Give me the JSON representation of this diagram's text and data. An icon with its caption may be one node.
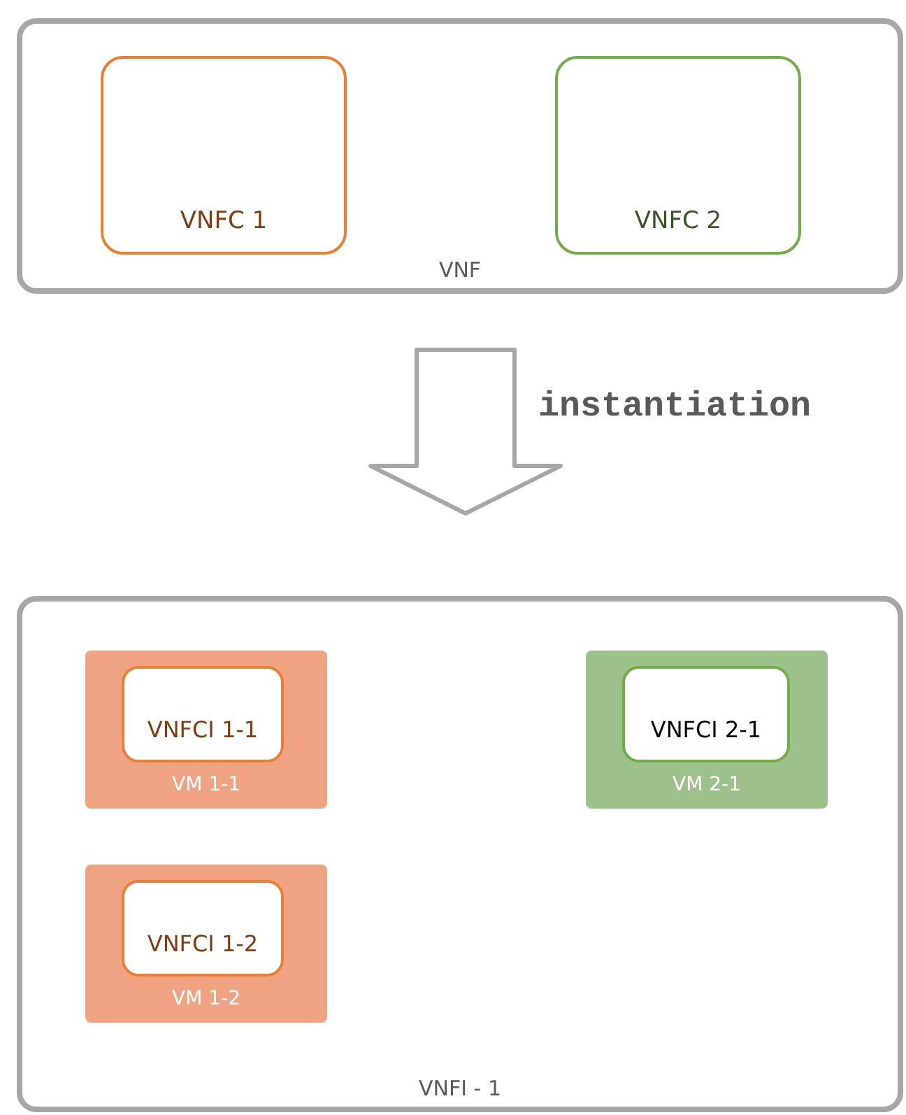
{
  "diagram": {
    "nodes": [
      {
        "text": [
          "VNF"
        ]
      },
      {
        "text": [
          "VNFC 1"
        ],
        "in": 0
      },
      {
        "text": [
          "VNFC 2"
        ],
        "in": 0
      },
      {
        "text": [
          "VNFI - 1"
        ]
      },
      {
        "text": [
          "VM 1-1"
        ],
        "in": 3
      },
      {
        "text": [
          "VNFCI 1-1"
        ],
        "in": 4
      },
      {
        "text": [
          "VM 2-1"
        ],
        "in": 3
      },
      {
        "text": [
          "VNFCI 2-1"
        ],
        "in": 6
      },
      {
        "text": [
          "VM 1-2"
        ],
        "in": 3
      },
      {
        "text": [
          "VNFCI 1-2"
        ],
        "in": 8
      }
    ],
    "edges": [
      {
        "from": 0,
        "to": 3,
        "arrow": "to",
        "label": "instantiation",
        "style": "thick"
      }
    ]
  }
}
